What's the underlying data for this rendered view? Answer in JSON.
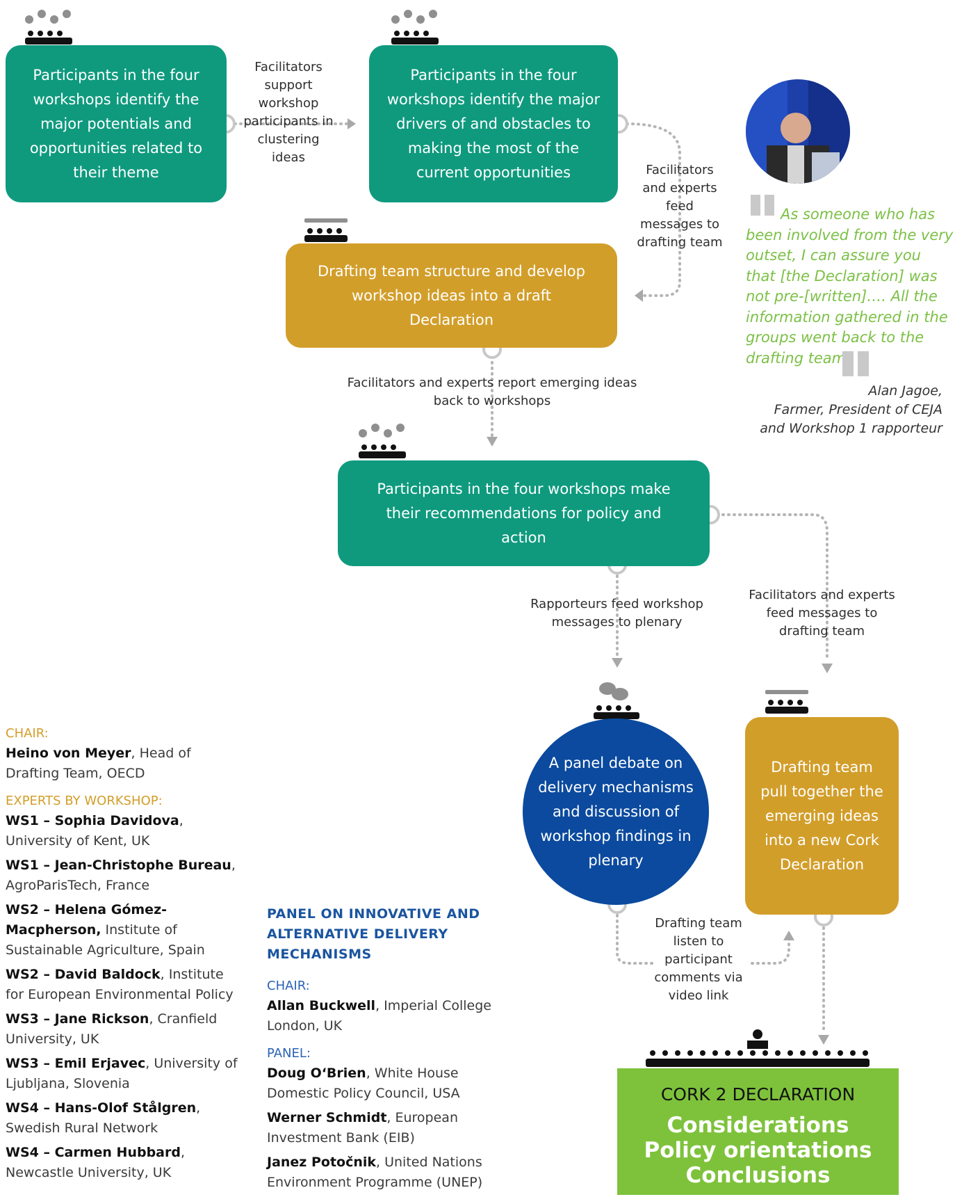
{
  "boxes": {
    "b1": "Participants in the four workshops identify the major potentials and opportunities related to their theme",
    "b2": "Participants in the four workshops identify the major drivers of and obstacles to making the most of the current opportunities",
    "b3": "Drafting team structure and develop workshop ideas into a draft Declaration",
    "b4": "Participants in the four workshops make their recommendations for policy and action",
    "b5": "A panel debate on delivery mechanisms and discussion of workshop findings in plenary",
    "b6": "Drafting team pull together the emerging ideas into a new Cork Declaration"
  },
  "labels": {
    "l1": "Facilitators support workshop participants in clustering ideas",
    "l2": "Facilitators and experts feed messages to drafting team",
    "l3": "Facilitators and experts report emerging ideas back to workshops",
    "l4": "Rapporteurs feed workshop messages to plenary",
    "l5": "Facilitators and experts feed messages to drafting team",
    "l6": "Drafting team listen to participant comments via video link"
  },
  "quote": {
    "text": "As someone who has been involved from the very outset, I can assure you that [the Declaration] was not pre-[written]…. All the information gathered in the groups went back to the drafting team.",
    "name": "Alan Jagoe,",
    "role1": "Farmer, President of CEJA",
    "role2": "and Workshop 1 rapporteur"
  },
  "declaration": {
    "title": "CORK 2 DECLARATION",
    "items": [
      "Considerations",
      "Policy orientations",
      "Conclusions"
    ]
  },
  "experts": {
    "chair_heading": "CHAIR:",
    "chair_name": "Heino von Meyer",
    "chair_role": ", Head of Drafting Team, OECD",
    "heading": "EXPERTS BY WORKSHOP:",
    "list": [
      {
        "name": "WS1 – Sophia Davidova",
        "aff": ", University of Kent, UK"
      },
      {
        "name": "WS1 – Jean-Christophe Bureau",
        "aff": ", AgroParisTech, France"
      },
      {
        "name": "WS2 – Helena Gómez-Macpherson,",
        "aff": " Institute of Sustainable Agriculture, Spain"
      },
      {
        "name": "WS2 – David Baldock",
        "aff": ", Institute for European Environmental Policy"
      },
      {
        "name": "WS3 – Jane Rickson",
        "aff": ", Cranfield University, UK"
      },
      {
        "name": "WS3 – Emil Erjavec",
        "aff": ", University of Ljubljana, Slovenia"
      },
      {
        "name": "WS4 – Hans-Olof Stålgren",
        "aff": ", Swedish Rural Network"
      },
      {
        "name": "WS4 – Carmen Hubbard",
        "aff": ", Newcastle University, UK"
      }
    ]
  },
  "panel": {
    "title": "PANEL ON INNOVATIVE AND ALTERNATIVE DELIVERY MECHANISMS",
    "chair_heading": "CHAIR:",
    "chair_name": "Allan Buckwell",
    "chair_aff": ", Imperial College London, UK",
    "panel_heading": "PANEL:",
    "members": [
      {
        "name": "Doug O‘Brien",
        "aff": ", White House Domestic Policy Council, USA"
      },
      {
        "name": "Werner Schmidt",
        "aff": ", European Investment Bank (EIB)"
      },
      {
        "name": "Janez Potočnik",
        "aff": ", United Nations Environment Programme (UNEP)"
      }
    ]
  },
  "colors": {
    "teal": "#0f9a7e",
    "gold": "#d29e2a",
    "navy": "#0b4a9e",
    "green": "#7ec23b",
    "quote": "#7cc046"
  },
  "icons": [
    "gears-audience-icon",
    "pen-audience-icon",
    "speech-audience-icon",
    "speaker-audience-icon",
    "portrait-photo"
  ]
}
